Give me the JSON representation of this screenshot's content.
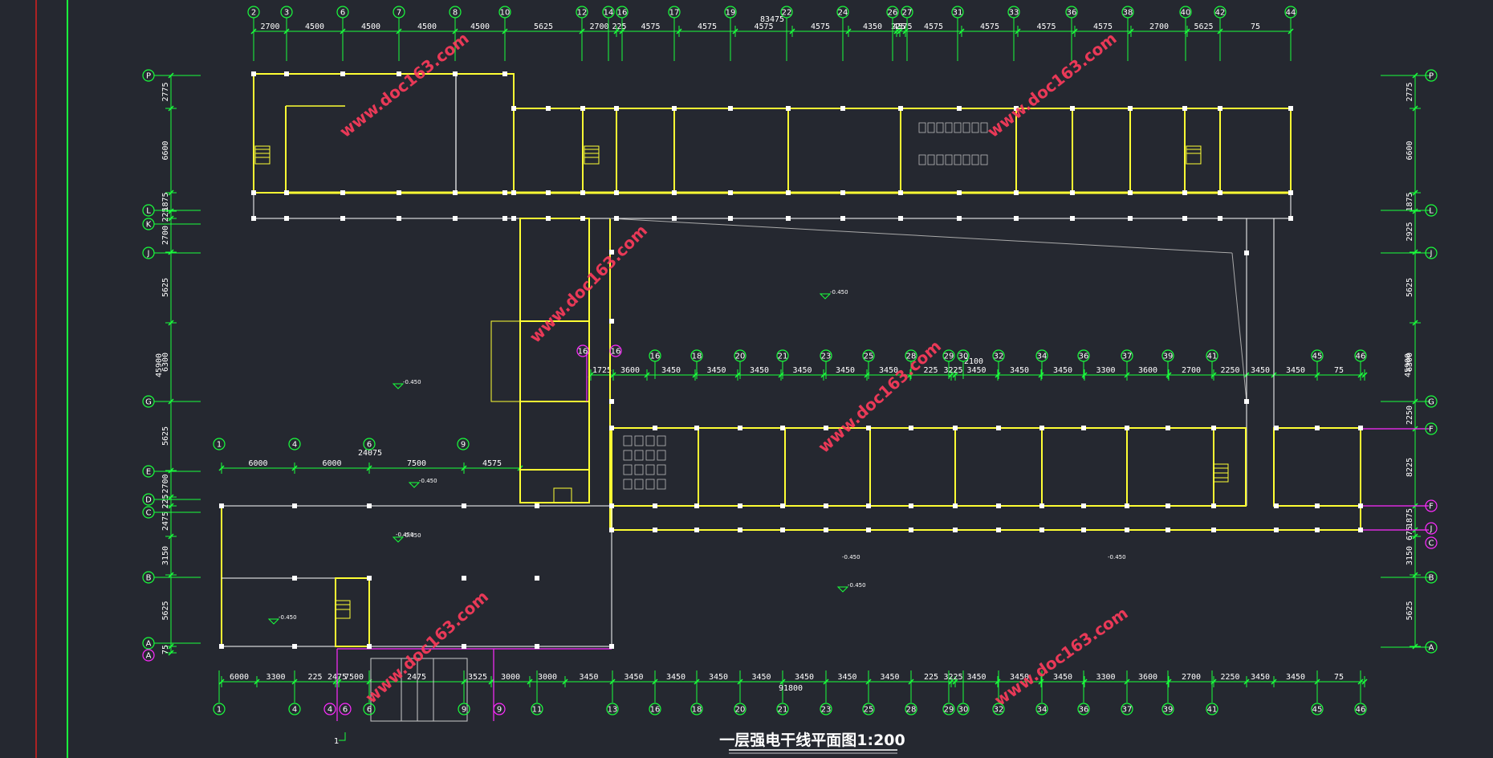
{
  "drawing": {
    "title": "一层强电干线平面图1:200",
    "watermark": "www.doc163.com",
    "section_mark": "1",
    "overall_top": "83475",
    "overall_mid": "2100",
    "overall_bottom": "91800",
    "overall_left": "45900",
    "overall_right": "45900",
    "sub_total_left": "24075"
  },
  "colors": {
    "background": "#252830",
    "dimension": "#19ff3c",
    "wall": "#ffff33",
    "watermark": "#ff3b5c",
    "magenta": "#ff2bff"
  },
  "top_axes": [
    "2",
    "3",
    "6",
    "7",
    "8",
    "10",
    "12",
    "14",
    "16",
    "17",
    "19",
    "22",
    "24",
    "26",
    "27",
    "31",
    "33",
    "36",
    "38",
    "40",
    "42",
    "44"
  ],
  "top_dims": [
    "2700",
    "4500",
    "4500",
    "4500",
    "4500",
    "5625",
    "2700",
    "225",
    "4575",
    "4575",
    "4575",
    "4575",
    "4350",
    "225",
    "4575",
    "4575",
    "4575",
    "4575",
    "4575",
    "2700",
    "5625",
    "75"
  ],
  "mid_axes": [
    "16",
    "18",
    "20",
    "21",
    "23",
    "25",
    "28",
    "29",
    "30",
    "32",
    "34",
    "36",
    "37",
    "39",
    "41",
    "45",
    "46"
  ],
  "mid_dims": [
    "1725",
    "3600",
    "3450",
    "3450",
    "3450",
    "3450",
    "3450",
    "3450",
    "225",
    "3225",
    "3450",
    "3450",
    "3450",
    "3300",
    "3600",
    "2700",
    "2250",
    "3450",
    "3450",
    "75"
  ],
  "left_sub_axes": [
    "1",
    "4",
    "6",
    "9"
  ],
  "left_sub_dims": [
    "6000",
    "6000",
    "7500",
    "4575"
  ],
  "bottom_axes": [
    "1",
    "4",
    "6",
    "9",
    "11",
    "13",
    "16",
    "18",
    "20",
    "21",
    "23",
    "25",
    "28",
    "29",
    "30",
    "32",
    "34",
    "36",
    "37",
    "39",
    "41",
    "45",
    "46"
  ],
  "bottom_dims": [
    "6000",
    "3300",
    "225",
    "2475",
    "7500",
    "2475",
    "3525",
    "3000",
    "3000",
    "3450",
    "3450",
    "3450",
    "3450",
    "3450",
    "3450",
    "3450",
    "3450",
    "225",
    "3225",
    "3450",
    "3450",
    "3450",
    "3300",
    "3600",
    "2700",
    "2250",
    "3450",
    "3450",
    "75"
  ],
  "left_axes": [
    "P",
    "L",
    "K",
    "J",
    "G",
    "E",
    "D",
    "C",
    "B",
    "A"
  ],
  "left_dims": [
    "2775",
    "6600",
    "1875",
    "225",
    "2700",
    "5625",
    "6300",
    "5625",
    "2700",
    "225",
    "2475",
    "3150",
    "5625",
    "75"
  ],
  "right_axes": [
    "P",
    "L",
    "J",
    "G",
    "F",
    "B",
    "A"
  ],
  "right_dims": [
    "2775",
    "6600",
    "1875",
    "2925",
    "5625",
    "6300",
    "2250",
    "8225",
    "1875",
    "675",
    "3150",
    "5625"
  ],
  "levels": [
    "-0.450",
    "-0.450",
    "-0.450",
    "-0.450",
    "-0.450",
    "-0.450",
    "-0.450",
    "-0.450",
    "-0.450"
  ]
}
